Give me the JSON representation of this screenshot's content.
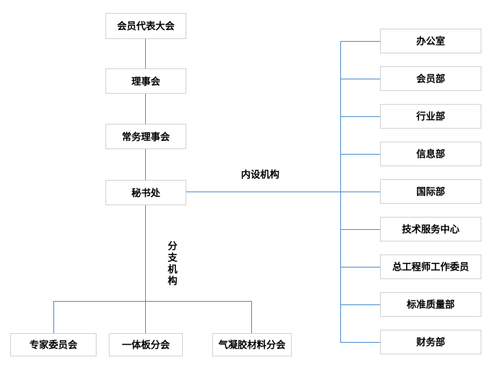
{
  "colors": {
    "line": "#4186c6",
    "box_border": "#cfcfcf",
    "text": "#000000",
    "background": "#ffffff"
  },
  "org_chart": {
    "main_chain": [
      {
        "label": "会员代表大会"
      },
      {
        "label": "理事会"
      },
      {
        "label": "常务理事会"
      },
      {
        "label": "秘书处"
      }
    ],
    "connector_labels": {
      "internal": "内设机构",
      "branch": "分支机构"
    },
    "internal_departments": [
      {
        "label": "办公室"
      },
      {
        "label": "会员部"
      },
      {
        "label": "行业部"
      },
      {
        "label": "信息部"
      },
      {
        "label": "国际部"
      },
      {
        "label": "技术服务中心"
      },
      {
        "label": "总工程师工作委员"
      },
      {
        "label": "标准质量部"
      },
      {
        "label": "财务部"
      }
    ],
    "branches": [
      {
        "label": "专家委员会"
      },
      {
        "label": "一体板分会"
      },
      {
        "label": "气凝胶材料分会"
      }
    ]
  }
}
